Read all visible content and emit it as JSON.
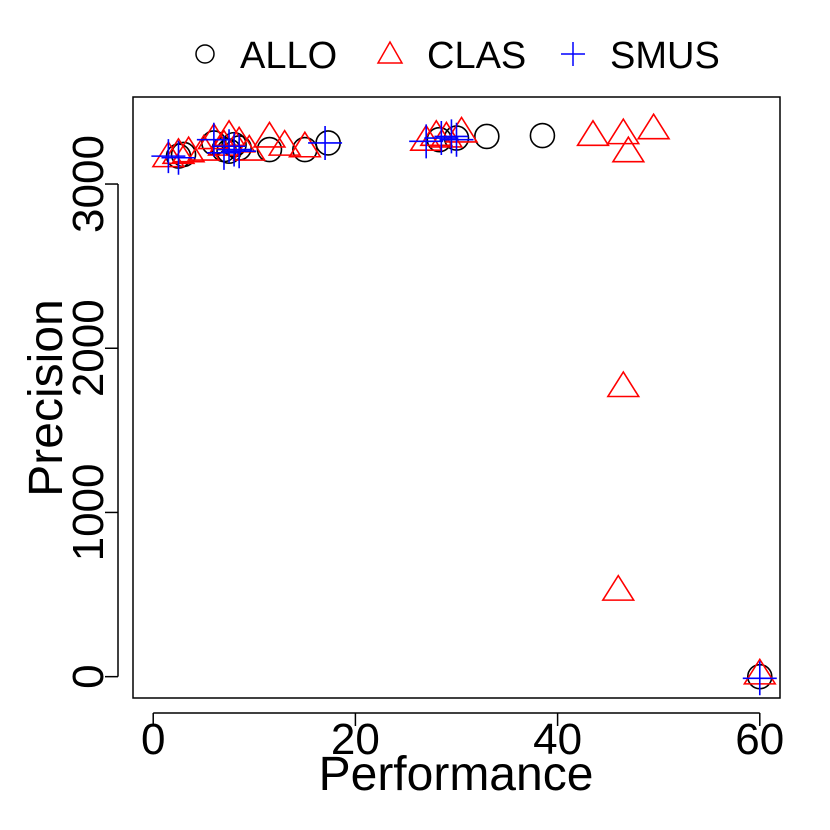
{
  "chart_data": {
    "type": "scatter",
    "title": "",
    "xlabel": "Performance",
    "ylabel": "Precision",
    "xlim": [
      -2,
      62
    ],
    "ylim": [
      -130,
      3530
    ],
    "xticks": [
      "0",
      "20",
      "40",
      "60"
    ],
    "yticks": [
      "0",
      "1000",
      "2000",
      "3000"
    ],
    "legend_position": "top",
    "grid": false,
    "series": [
      {
        "name": "ALLO",
        "marker": "circle",
        "color": "#000000",
        "points": [
          {
            "x": 2.5,
            "y": 3170
          },
          {
            "x": 3,
            "y": 3180
          },
          {
            "x": 6,
            "y": 3250
          },
          {
            "x": 7,
            "y": 3210
          },
          {
            "x": 7.5,
            "y": 3200
          },
          {
            "x": 8,
            "y": 3240
          },
          {
            "x": 8.5,
            "y": 3220
          },
          {
            "x": 11.5,
            "y": 3210
          },
          {
            "x": 15,
            "y": 3210
          },
          {
            "x": 17.3,
            "y": 3250
          },
          {
            "x": 28.3,
            "y": 3270
          },
          {
            "x": 30,
            "y": 3280
          },
          {
            "x": 33,
            "y": 3290
          },
          {
            "x": 38.5,
            "y": 3295
          },
          {
            "x": 60,
            "y": 0
          }
        ]
      },
      {
        "name": "CLAS",
        "marker": "triangle",
        "color": "#ff0000",
        "points": [
          {
            "x": 1.5,
            "y": 3170
          },
          {
            "x": 2.5,
            "y": 3190
          },
          {
            "x": 3.5,
            "y": 3200
          },
          {
            "x": 5,
            "y": 3210
          },
          {
            "x": 6,
            "y": 3280
          },
          {
            "x": 7,
            "y": 3240
          },
          {
            "x": 7.5,
            "y": 3300
          },
          {
            "x": 8.5,
            "y": 3260
          },
          {
            "x": 9.5,
            "y": 3210
          },
          {
            "x": 11.5,
            "y": 3290
          },
          {
            "x": 13,
            "y": 3240
          },
          {
            "x": 15,
            "y": 3230
          },
          {
            "x": 27,
            "y": 3270
          },
          {
            "x": 28,
            "y": 3300
          },
          {
            "x": 29,
            "y": 3290
          },
          {
            "x": 30.5,
            "y": 3320
          },
          {
            "x": 43.5,
            "y": 3300
          },
          {
            "x": 46.5,
            "y": 3310
          },
          {
            "x": 47,
            "y": 3200
          },
          {
            "x": 49.5,
            "y": 3340
          },
          {
            "x": 46.5,
            "y": 1770
          },
          {
            "x": 46,
            "y": 530
          },
          {
            "x": 60,
            "y": 20
          }
        ]
      },
      {
        "name": "SMUS",
        "marker": "plus",
        "color": "#0000ff",
        "points": [
          {
            "x": 1.5,
            "y": 3170
          },
          {
            "x": 2.5,
            "y": 3160
          },
          {
            "x": 6,
            "y": 3270
          },
          {
            "x": 7,
            "y": 3190
          },
          {
            "x": 7.5,
            "y": 3230
          },
          {
            "x": 8,
            "y": 3210
          },
          {
            "x": 8.5,
            "y": 3200
          },
          {
            "x": 17,
            "y": 3250
          },
          {
            "x": 27,
            "y": 3260
          },
          {
            "x": 28.5,
            "y": 3280
          },
          {
            "x": 29.5,
            "y": 3290
          },
          {
            "x": 30,
            "y": 3270
          },
          {
            "x": 60,
            "y": -10
          }
        ]
      }
    ]
  }
}
